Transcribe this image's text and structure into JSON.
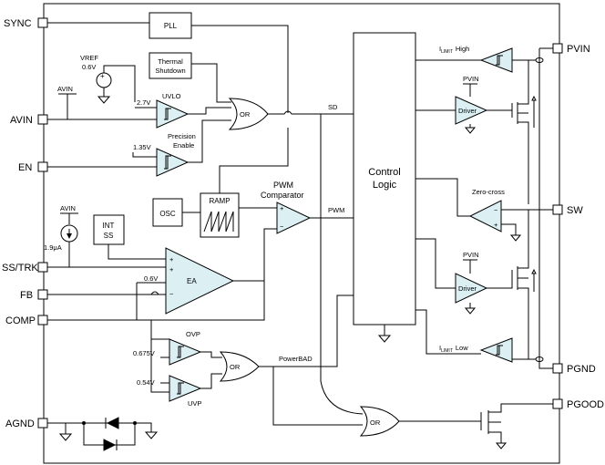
{
  "pins": {
    "sync": "SYNC",
    "avin": "AVIN",
    "en": "EN",
    "ss_trk": "SS/TRK",
    "fb": "FB",
    "comp": "COMP",
    "agnd": "AGND",
    "pvin": "PVIN",
    "sw": "SW",
    "pgnd": "PGND",
    "pgood": "PGOOD"
  },
  "blocks": {
    "pll": "PLL",
    "thermal_1": "Thermal",
    "thermal_2": "Shutdown",
    "osc": "OSC",
    "ramp": "RAMP",
    "int_ss_1": "INT",
    "int_ss_2": "SS",
    "ea": "EA",
    "or": "OR",
    "control_logic_1": "Control",
    "control_logic_2": "Logic",
    "driver": "Driver"
  },
  "labels": {
    "vref_1": "VREF",
    "vref_2": "0.6V",
    "avin": "AVIN",
    "v2_7": "2.7V",
    "uvlo": "UVLO",
    "v1_35": "1.35V",
    "precision_1": "Precision",
    "precision_2": "Enable",
    "sd": "SD",
    "pwm_comp_1": "PWM",
    "pwm_comp_2": "Comparator",
    "pwm": "PWM",
    "i1_9": "1.9μA",
    "v0_6": "0.6V",
    "ovp": "OVP",
    "uvp": "UVP",
    "v0_675": "0.675V",
    "v0_54": "0.54V",
    "powerbad": "PowerBAD",
    "ilimit_i": "I",
    "ilimit_sub": "LIMIT",
    "high": "High",
    "low": "Low",
    "zero_cross": "Zero-cross",
    "pvin": "PVIN",
    "plus": "+",
    "minus": "−"
  }
}
